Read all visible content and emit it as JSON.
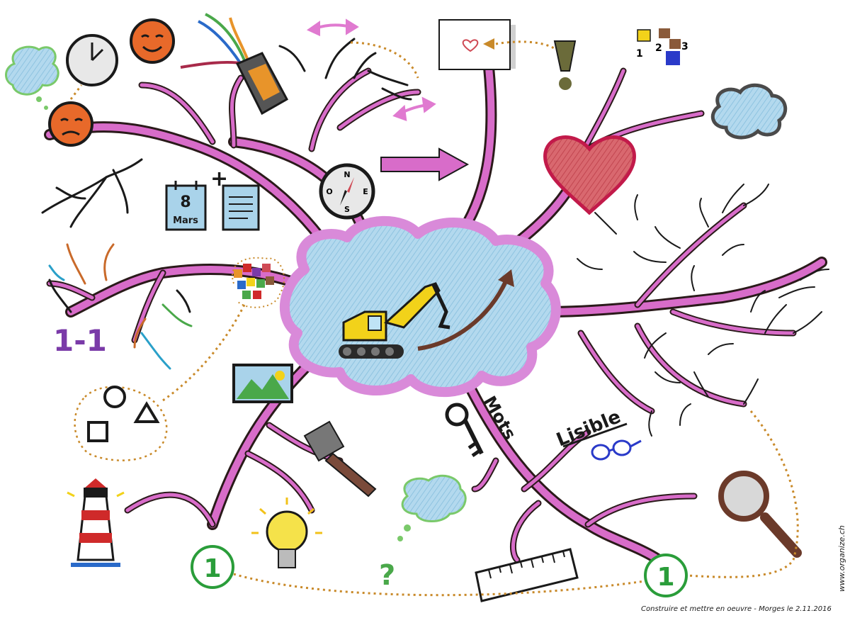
{
  "labels": {
    "calendar_day": "8",
    "calendar_month": "Mars",
    "plus_sign": "+",
    "compass_n": "N",
    "compass_e": "E",
    "compass_s": "S",
    "compass_o": "O",
    "exclamation": "!",
    "rank_1": "1",
    "rank_2": "2",
    "rank_3": "3",
    "one_to_one": "1-1",
    "mots": "Mots",
    "lisible": "Lisible",
    "question_mark": "?",
    "one_left": "1",
    "one_right": "1",
    "website": "www.organize.ch",
    "footer_note": "Construire et mettre en oeuvre - Morges le 2.11.2016"
  },
  "colors": {
    "branch_pink": "#d86cc9",
    "branch_outline": "#2a1a1a",
    "cloud_blue": "#a9d3ea",
    "cloud_border": "#d98ad9",
    "heart_red": "#cf4a55",
    "excavator_yellow": "#f2d21a",
    "dotted_orange": "#c98a2a",
    "green_circle": "#2a9d3a",
    "purple_text": "#7a3aa8"
  },
  "icons": [
    "excavator-icon",
    "growth-arrow-icon",
    "clock-icon",
    "happy-face-icon",
    "sad-face-icon",
    "markers-icon",
    "thought-cloud-icon",
    "calendar-icon",
    "document-icon",
    "compass-icon",
    "right-arrow-icon",
    "card-heart-icon",
    "exclamation-icon",
    "podium-blocks-icon",
    "grey-cloud-icon",
    "heart-icon",
    "colored-squares-icon",
    "shapes-icon",
    "landscape-picture-icon",
    "hammer-icon",
    "lighthouse-icon",
    "lightbulb-icon",
    "key-icon",
    "glasses-icon",
    "magnifier-icon",
    "ruler-icon",
    "question-cloud-icon"
  ]
}
